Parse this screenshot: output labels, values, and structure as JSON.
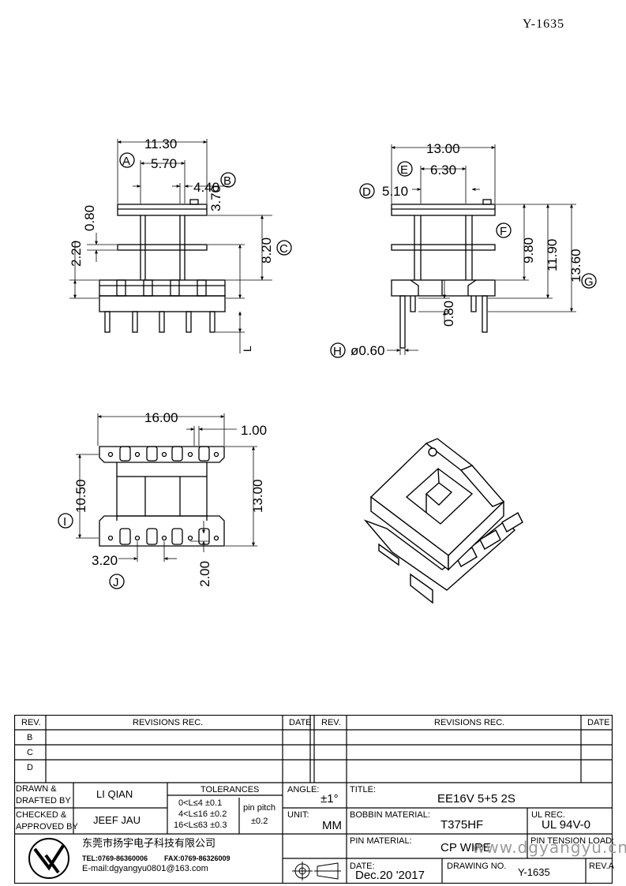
{
  "doc_number": "Y-1635",
  "dimensions": {
    "front": {
      "d_11_30": "11.30",
      "d_5_70": "5.70",
      "d_4_40": "4.40",
      "d_3_70": "3.70",
      "d_0_80": "0.80",
      "d_8_20": "8.20",
      "d_2_20": "2.20",
      "d_L": "L",
      "label_A": "A",
      "label_B": "B",
      "label_C": "C"
    },
    "side": {
      "d_13_00": "13.00",
      "d_6_30": "6.30",
      "d_5_10": "5.10",
      "d_9_80": "9.80",
      "d_11_90": "11.90",
      "d_13_60": "13.60",
      "d_0_80": "0.80",
      "d_0_60": "ø0.60",
      "label_D": "D",
      "label_E": "E",
      "label_F": "F",
      "label_G": "G",
      "label_H": "H"
    },
    "bottom": {
      "d_16_00": "16.00",
      "d_1_00": "1.00",
      "d_10_50": "10.50",
      "d_13_00": "13.00",
      "d_3_20": "3.20",
      "d_2_00": "2.00",
      "label_I": "I",
      "label_J": "J"
    }
  },
  "title_block": {
    "rev_header": "REV.",
    "revisions_header": "REVISIONS   REC.",
    "date_header": "DATE",
    "rev_rows": [
      "B",
      "C",
      "D"
    ],
    "drawn_by_label": "DRAWN &",
    "drafted_by_label": "DRAFTED BY",
    "drawn_by_value": "LI QIAN",
    "checked_label": "CHECKED &",
    "approved_label": "APPROVED BY",
    "checked_value": "JEEF JAU",
    "tolerances_label": "TOLERANCES",
    "tol_1": "0<L≤4   ±0.1",
    "tol_2": "4<L≤16  ±0.2",
    "tol_3": "16<L≤63  ±0.3",
    "pin_pitch_label": "pin pitch",
    "pin_pitch_value": "±0.2",
    "angle_label": "ANGLE:",
    "angle_value": "±1°",
    "unit_label": "UNIT:",
    "unit_value": "MM",
    "title_label": "TITLE:",
    "title_value": "EE16V  5+5  2S",
    "bobbin_label": "BOBBIN MATERIAL:",
    "bobbin_value": "T375HF",
    "ul_label": "UL REC.",
    "ul_value": "UL  94V-0",
    "pin_material_label": "PIN MATERIAL:",
    "pin_material_value": "CP WIRE",
    "pin_tension_label": "PIN TENSION LOAD:",
    "date_label": "DATE:",
    "date_value": "Dec.20  '2017",
    "drawing_no_label": "DRAWING NO.",
    "drawing_no_value": "Y-1635",
    "rev_a_label": "REV.A",
    "company_name": "东莞市扬宇电子科技有限公司",
    "tel": "TEL:0769-86360006",
    "fax": "FAX:0769-86326009",
    "email": "E-mail:dgyangyu0801@163.com"
  },
  "watermark": "www.dgyangyu.cn"
}
